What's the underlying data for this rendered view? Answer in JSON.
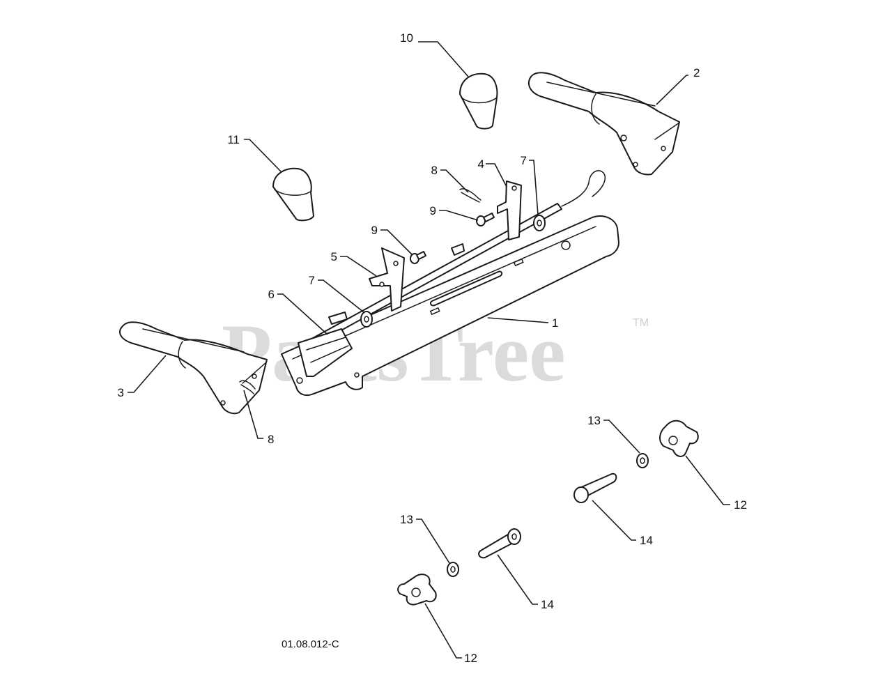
{
  "watermark": {
    "text": "PartsTree",
    "trademark": "TM",
    "color": "#cfcfcf"
  },
  "diagram_code": "01.08.012-C",
  "callouts": {
    "c1": "1",
    "c2": "2",
    "c3": "3",
    "c4": "4",
    "c5": "5",
    "c6": "6",
    "c7a": "7",
    "c7b": "7",
    "c8a": "8",
    "c8b": "8",
    "c9a": "9",
    "c9b": "9",
    "c10": "10",
    "c11": "11",
    "c12a": "12",
    "c12b": "12",
    "c13a": "13",
    "c13b": "13",
    "c14a": "14",
    "c14b": "14"
  }
}
